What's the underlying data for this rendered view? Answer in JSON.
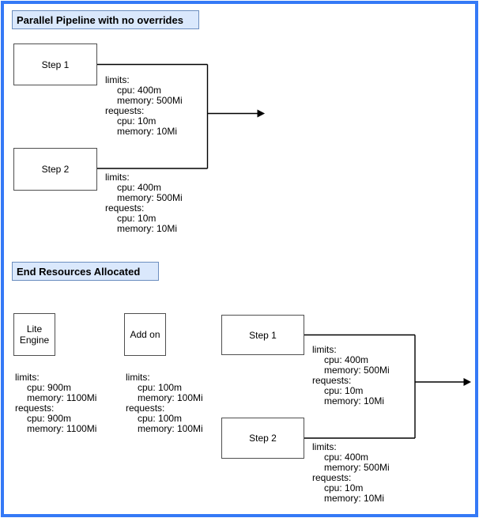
{
  "colors": {
    "frame": "#3579f6",
    "header_bg": "#dae8fc",
    "header_border": "#6c8ebf",
    "node_border": "#4f4f4f",
    "line": "#000000",
    "text": "#000000"
  },
  "sections": {
    "pipeline": {
      "title": "Parallel Pipeline with no overrides",
      "steps": [
        {
          "label": "Step 1",
          "resources": [
            "limits:",
            "cpu: 400m",
            "memory: 500Mi",
            "requests:",
            "cpu: 10m",
            "memory: 10Mi"
          ]
        },
        {
          "label": "Step 2",
          "resources": [
            "limits:",
            "cpu: 400m",
            "memory: 500Mi",
            "requests:",
            "cpu: 10m",
            "memory: 10Mi"
          ]
        }
      ]
    },
    "end_resources": {
      "title": "End Resources Allocated",
      "nodes": [
        {
          "label": "Lite Engine",
          "label_lines": [
            "Lite",
            "Engine"
          ],
          "resources": [
            "limits:",
            "cpu: 900m",
            "memory: 1100Mi",
            "requests:",
            "cpu: 900m",
            "memory: 1100Mi"
          ]
        },
        {
          "label": "Add on",
          "resources": [
            "limits:",
            "cpu: 100m",
            "memory: 100Mi",
            "requests:",
            "cpu: 100m",
            "memory: 100Mi"
          ]
        },
        {
          "label": "Step 1",
          "resources": [
            "limits:",
            "cpu: 400m",
            "memory: 500Mi",
            "requests:",
            "cpu: 10m",
            "memory: 10Mi"
          ]
        },
        {
          "label": "Step 2",
          "resources": [
            "limits:",
            "cpu: 400m",
            "memory: 500Mi",
            "requests:",
            "cpu: 10m",
            "memory: 10Mi"
          ]
        }
      ]
    }
  }
}
